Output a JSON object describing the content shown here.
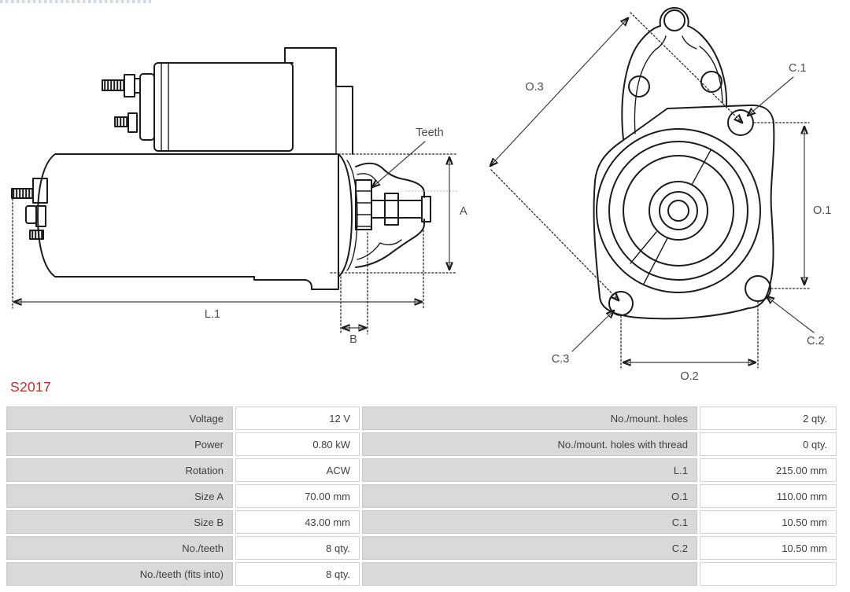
{
  "colors": {
    "accent": "#c62a2a",
    "table_label_bg": "#d9d9d9",
    "line": "#1c1c1c"
  },
  "part_number": "S2017",
  "side_view": {
    "labels": {
      "teeth": "Teeth",
      "a": "A",
      "b": "B",
      "l1": "L.1"
    }
  },
  "front_view": {
    "labels": {
      "o3": "O.3",
      "o1": "O.1",
      "o2": "O.2",
      "c1": "C.1",
      "c2": "C.2",
      "c3": "C.3"
    }
  },
  "specs": {
    "rows": [
      {
        "l_label": "Voltage",
        "l_value": "12 V",
        "r_label": "No./mount. holes",
        "r_value": "2 qty."
      },
      {
        "l_label": "Power",
        "l_value": "0.80 kW",
        "r_label": "No./mount. holes with thread",
        "r_value": "0 qty."
      },
      {
        "l_label": "Rotation",
        "l_value": "ACW",
        "r_label": "L.1",
        "r_value": "215.00 mm"
      },
      {
        "l_label": "Size A",
        "l_value": "70.00 mm",
        "r_label": "O.1",
        "r_value": "110.00 mm"
      },
      {
        "l_label": "Size B",
        "l_value": "43.00 mm",
        "r_label": "C.1",
        "r_value": "10.50 mm"
      },
      {
        "l_label": "No./teeth",
        "l_value": "8 qty.",
        "r_label": "C.2",
        "r_value": "10.50 mm"
      },
      {
        "l_label": "No./teeth (fits into)",
        "l_value": "8 qty.",
        "r_label": "",
        "r_value": ""
      }
    ]
  }
}
